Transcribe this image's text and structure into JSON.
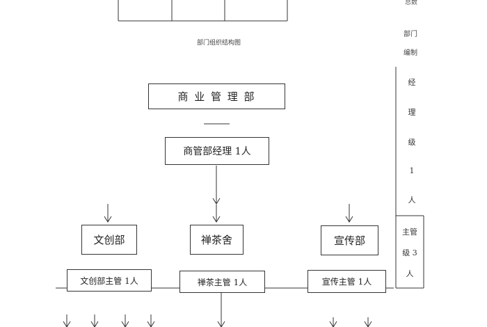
{
  "caption": "部门组织结构图",
  "department_title": "商 业 管 理 部",
  "manager_box": "商管部经理 1人",
  "departments": [
    "文创部",
    "禅茶舍",
    "宣传部"
  ],
  "supervisors": [
    "文创部主管 1人",
    "禅茶主管 1人",
    "宣传主管 1人"
  ],
  "side_column": {
    "top_label": "总数",
    "staffing_label_1": "部门",
    "staffing_label_2": "编制",
    "manager_level": [
      "经",
      "理",
      "级",
      "1",
      "人"
    ],
    "supervisor_level": [
      "主管",
      "级 3",
      "人"
    ]
  }
}
